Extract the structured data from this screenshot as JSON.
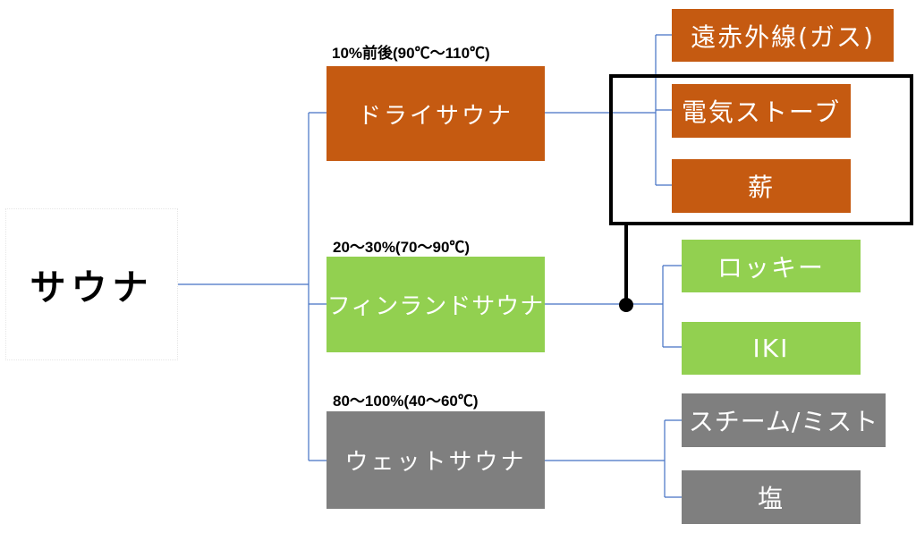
{
  "root": {
    "label": "サウナ"
  },
  "categories": [
    {
      "label": "ドライサウナ",
      "condition": "10%前後(90℃〜110℃)",
      "color": "#c55a11",
      "children": [
        "遠赤外線(ガス)",
        "電気ストーブ",
        "薪"
      ]
    },
    {
      "label": "フィンランドサウナ",
      "condition": "20〜30%(70〜90℃)",
      "color": "#92d050",
      "children": [
        "ロッキー",
        "IKI"
      ]
    },
    {
      "label": "ウェットサウナ",
      "condition": "80〜100%(40〜60℃)",
      "color": "#7f7f7f",
      "children": [
        "スチーム/ミスト",
        "塩"
      ]
    }
  ],
  "colors": {
    "connector": "#4472c4",
    "highlight": "#000000"
  }
}
